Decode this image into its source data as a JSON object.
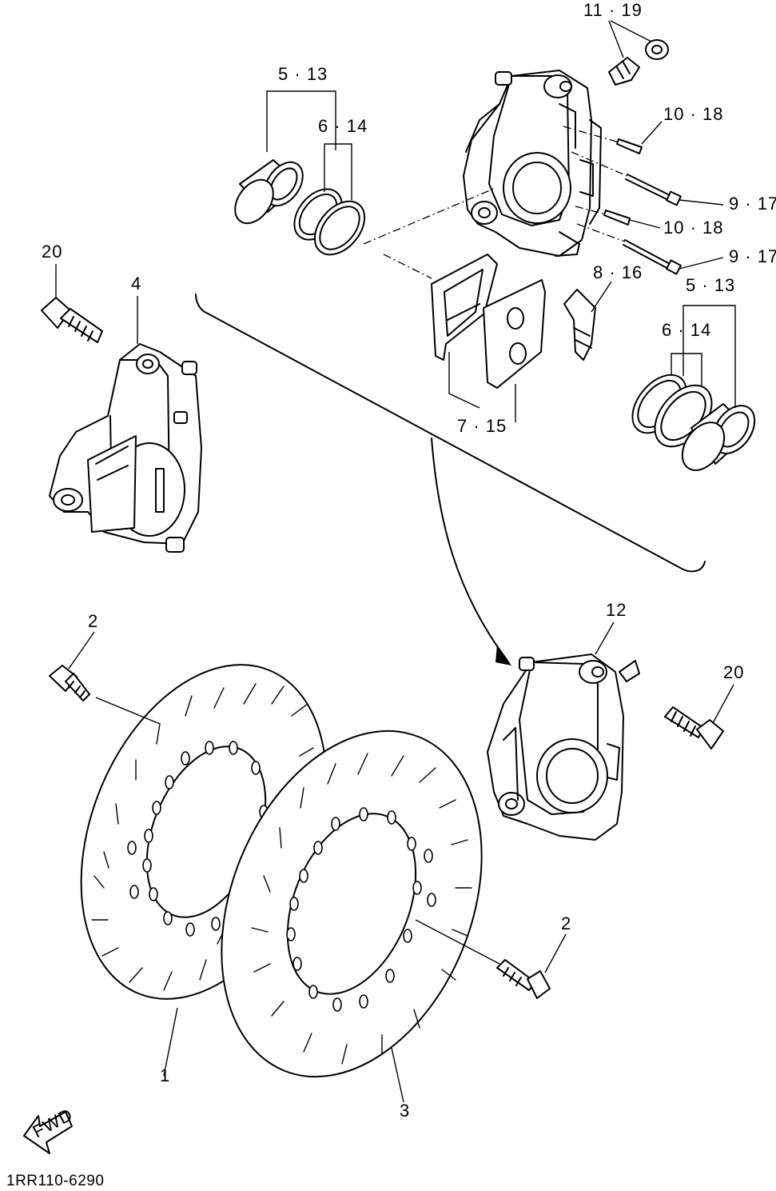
{
  "callouts": {
    "c1": "11 · 19",
    "c2": "5 · 13",
    "c3": "6 · 14",
    "c4": "10 · 18",
    "c5": "9 · 17",
    "c6": "10 · 18",
    "c7": "9 · 17",
    "c8": "20",
    "c9": "4",
    "c10": "8 · 16",
    "c11": "5 · 13",
    "c12": "6 · 14",
    "c13": "7 · 15",
    "c14": "2",
    "c15": "12",
    "c16": "20",
    "c17": "2",
    "c18": "1",
    "c19": "3"
  },
  "direction_arrow": "FWD",
  "drawing_code": "1RR110-6290"
}
